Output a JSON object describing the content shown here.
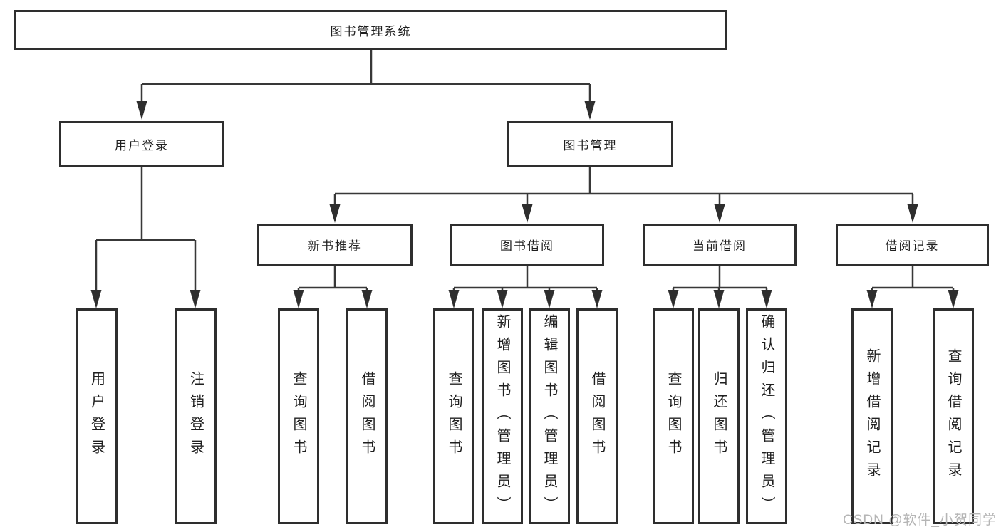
{
  "tree": {
    "label": "图书管理系统",
    "children": [
      {
        "label": "用户登录",
        "children": [
          {
            "label": "用户登录"
          },
          {
            "label": "注销登录"
          }
        ]
      },
      {
        "label": "图书管理",
        "children": [
          {
            "label": "新书推荐",
            "children": [
              {
                "label": "查询图书"
              },
              {
                "label": "借阅图书"
              }
            ]
          },
          {
            "label": "图书借阅",
            "children": [
              {
                "label": "查询图书"
              },
              {
                "label": "新增图书（管理员）"
              },
              {
                "label": "编辑图书（管理员）"
              },
              {
                "label": "借阅图书"
              }
            ]
          },
          {
            "label": "当前借阅",
            "children": [
              {
                "label": "查询图书"
              },
              {
                "label": "归还图书"
              },
              {
                "label": "确认归还（管理员）"
              }
            ]
          },
          {
            "label": "借阅记录",
            "children": [
              {
                "label": "新增借阅记录"
              },
              {
                "label": "查询借阅记录"
              }
            ]
          }
        ]
      }
    ]
  },
  "watermark": "CSDN @软件_小贺同学",
  "colors": {
    "line": "#383838",
    "border": "#2e2e2e",
    "text": "#1f1f1f",
    "watermark": "#b5b5b5"
  }
}
